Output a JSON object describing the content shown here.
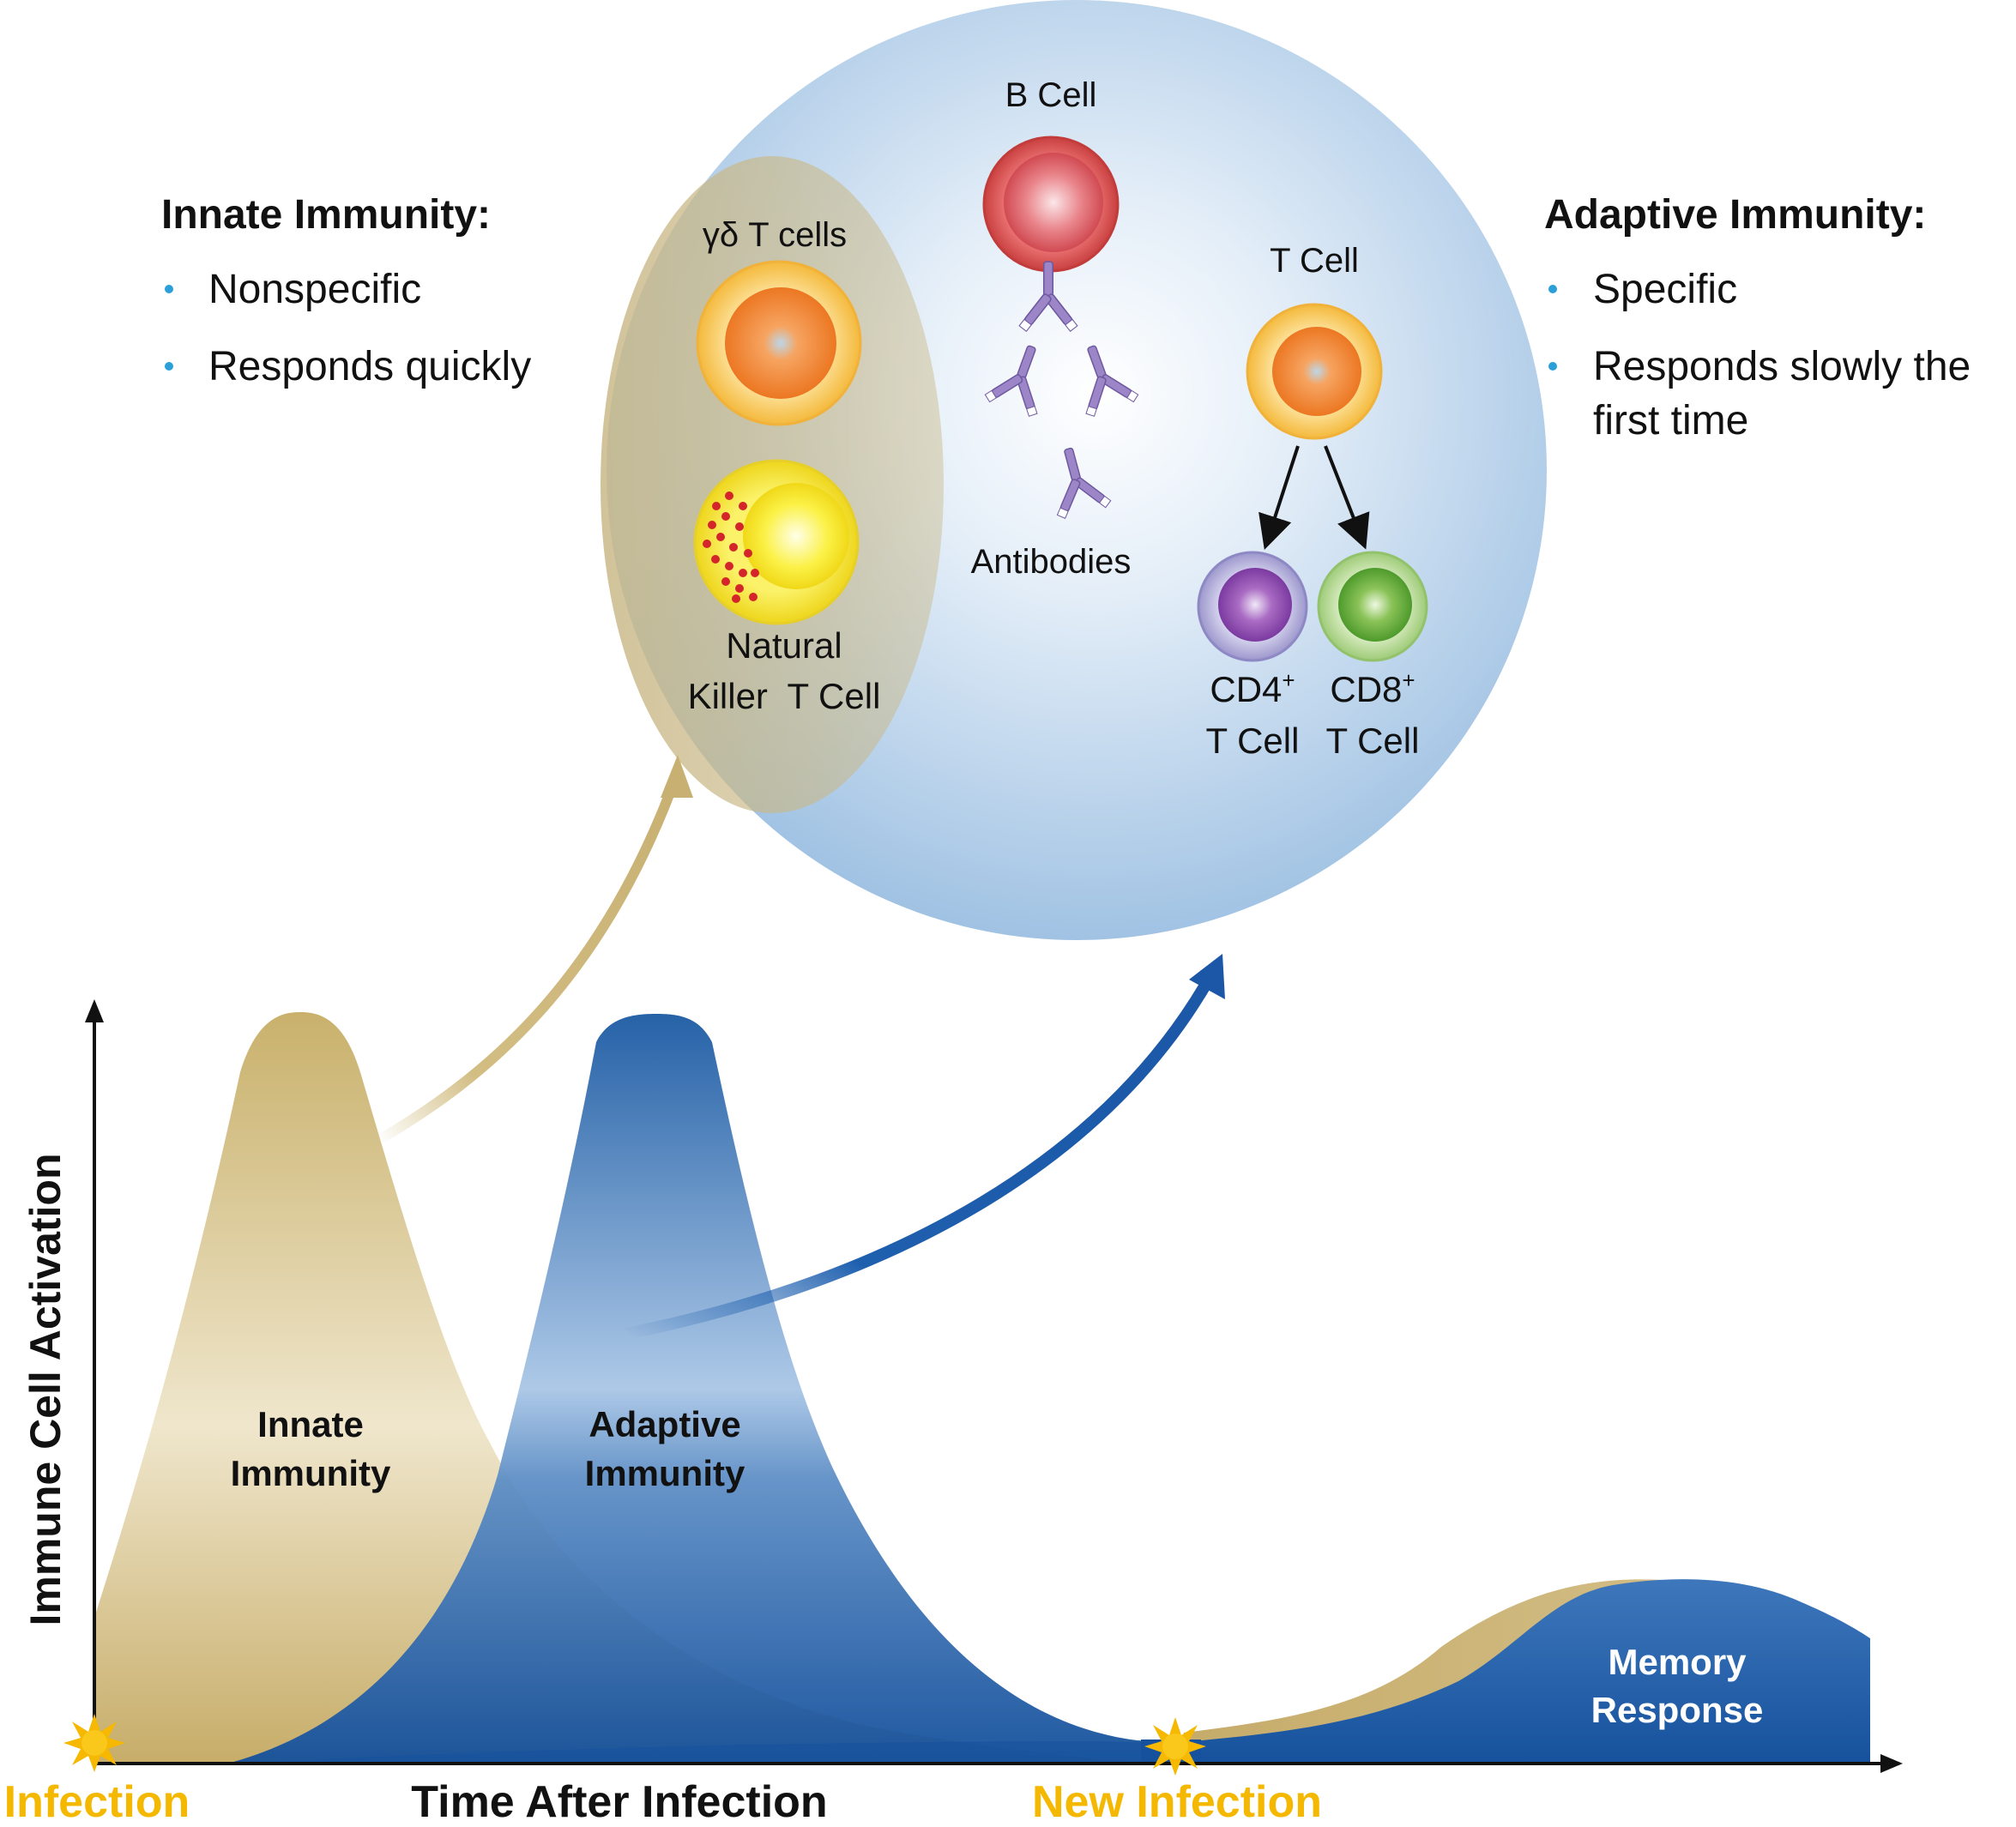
{
  "innate_panel": {
    "title": "Innate Immunity:",
    "bullets": [
      "Nonspecific",
      "Responds quickly"
    ]
  },
  "adaptive_panel": {
    "title": "Adaptive Immunity:",
    "bullets": [
      "Specific",
      "Responds slowly the",
      "first time"
    ]
  },
  "cells": {
    "gd_t_cells": "γδ T cells",
    "nk_t_cell_line1": "Natural",
    "nk_t_cell_line2": "Killer  T Cell",
    "b_cell": "B Cell",
    "antibodies": "Antibodies",
    "t_cell": "T Cell",
    "cd4_name": "CD4",
    "cd4_sup": "+",
    "cd4_line2": "T Cell",
    "cd8_name": "CD8",
    "cd8_sup": "+",
    "cd8_line2": "T Cell"
  },
  "graph": {
    "y_axis_label": "Immune Cell Activation",
    "x_axis_label": "Time After Infection",
    "infection_label": "Infection",
    "new_infection_label": "New Infection",
    "innate_curve_line1": "Innate",
    "innate_curve_line2": "Immunity",
    "adaptive_curve_line1": "Adaptive",
    "adaptive_curve_line2": "Immunity",
    "memory_line1": "Memory",
    "memory_line2": "Response"
  },
  "colors": {
    "innate_gold": "#c9b070",
    "adaptive_blue": "#1a5aa6",
    "infection_yellow": "#f5b800",
    "bullet_blue": "#2a9fd8",
    "sphere_blue": "#9cc0e0"
  }
}
